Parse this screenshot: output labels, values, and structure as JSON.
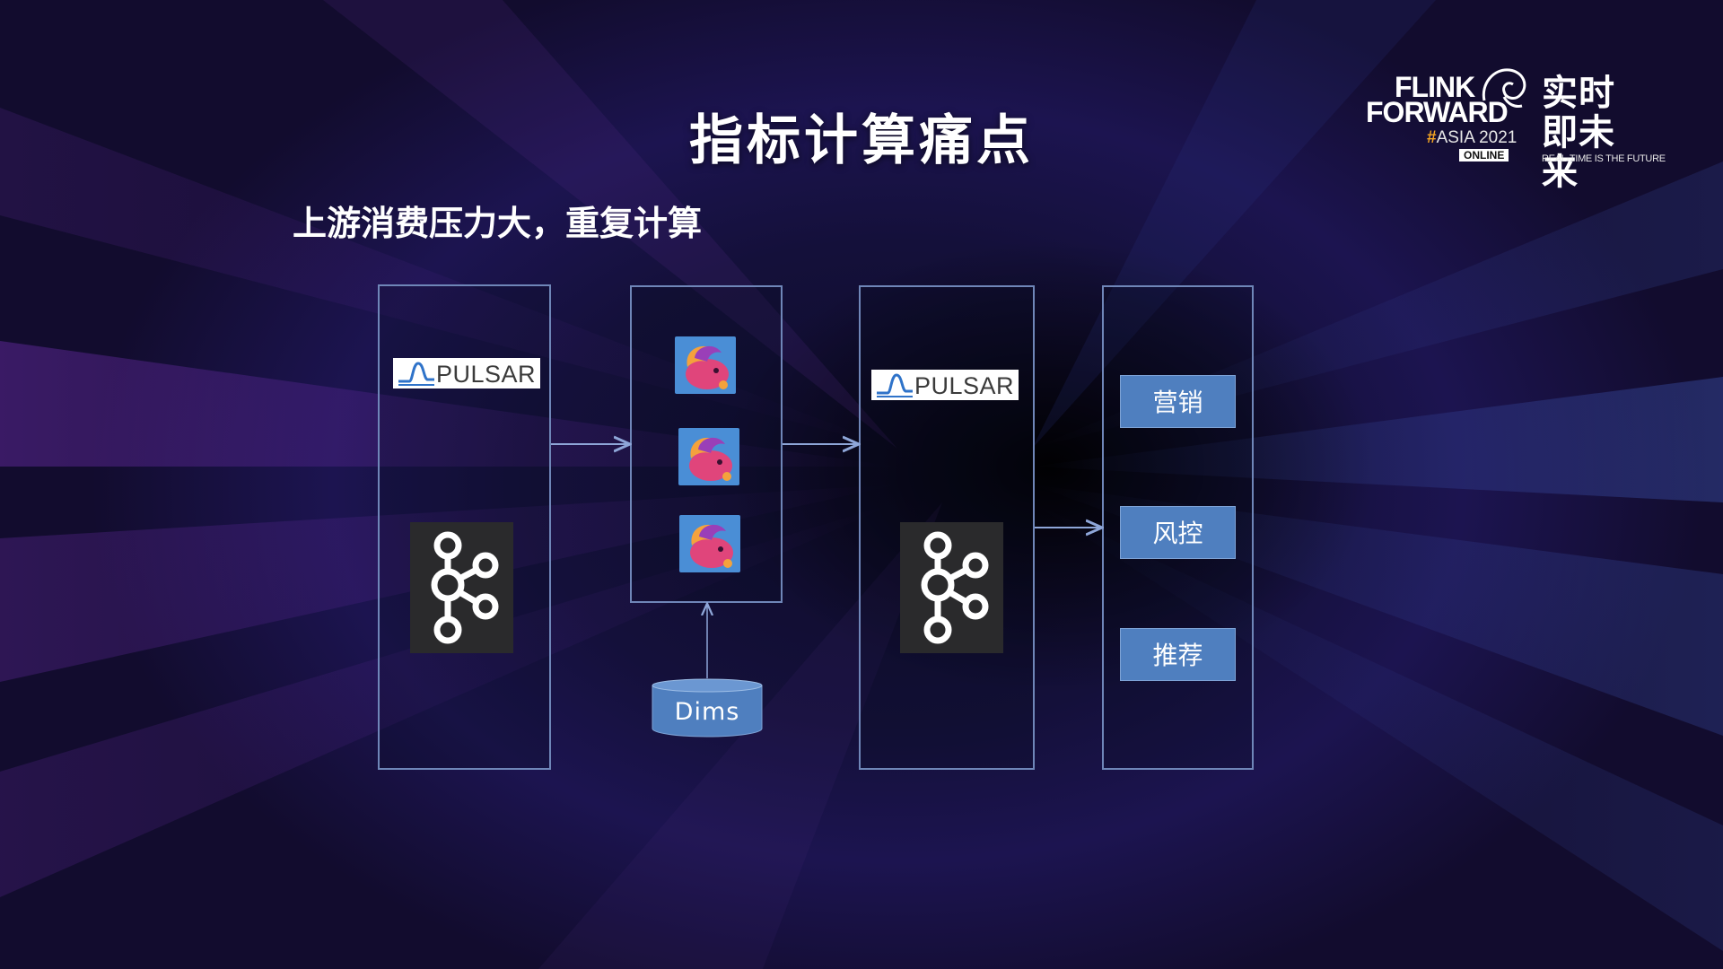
{
  "title": "指标计算痛点",
  "subtitle": "上游消费压力大，重复计算",
  "logo": {
    "line1": "FLINK",
    "line2": "FORWARD",
    "hash": "#",
    "asia": "ASIA 2021",
    "online": "ONLINE",
    "cn_line1": "实时",
    "cn_line2": "即未来",
    "slogan": "REAL-TIME IS THE FUTURE"
  },
  "diagram": {
    "source_pulsar": "PULSAR",
    "sink_pulsar": "PULSAR",
    "dims": "Dims",
    "consumers": [
      "营销",
      "风控",
      "推荐"
    ]
  },
  "colors": {
    "panel_border": "#6f86b8",
    "action_box": "#4f7fbf",
    "dims_cylinder": "#4f7fbf"
  }
}
